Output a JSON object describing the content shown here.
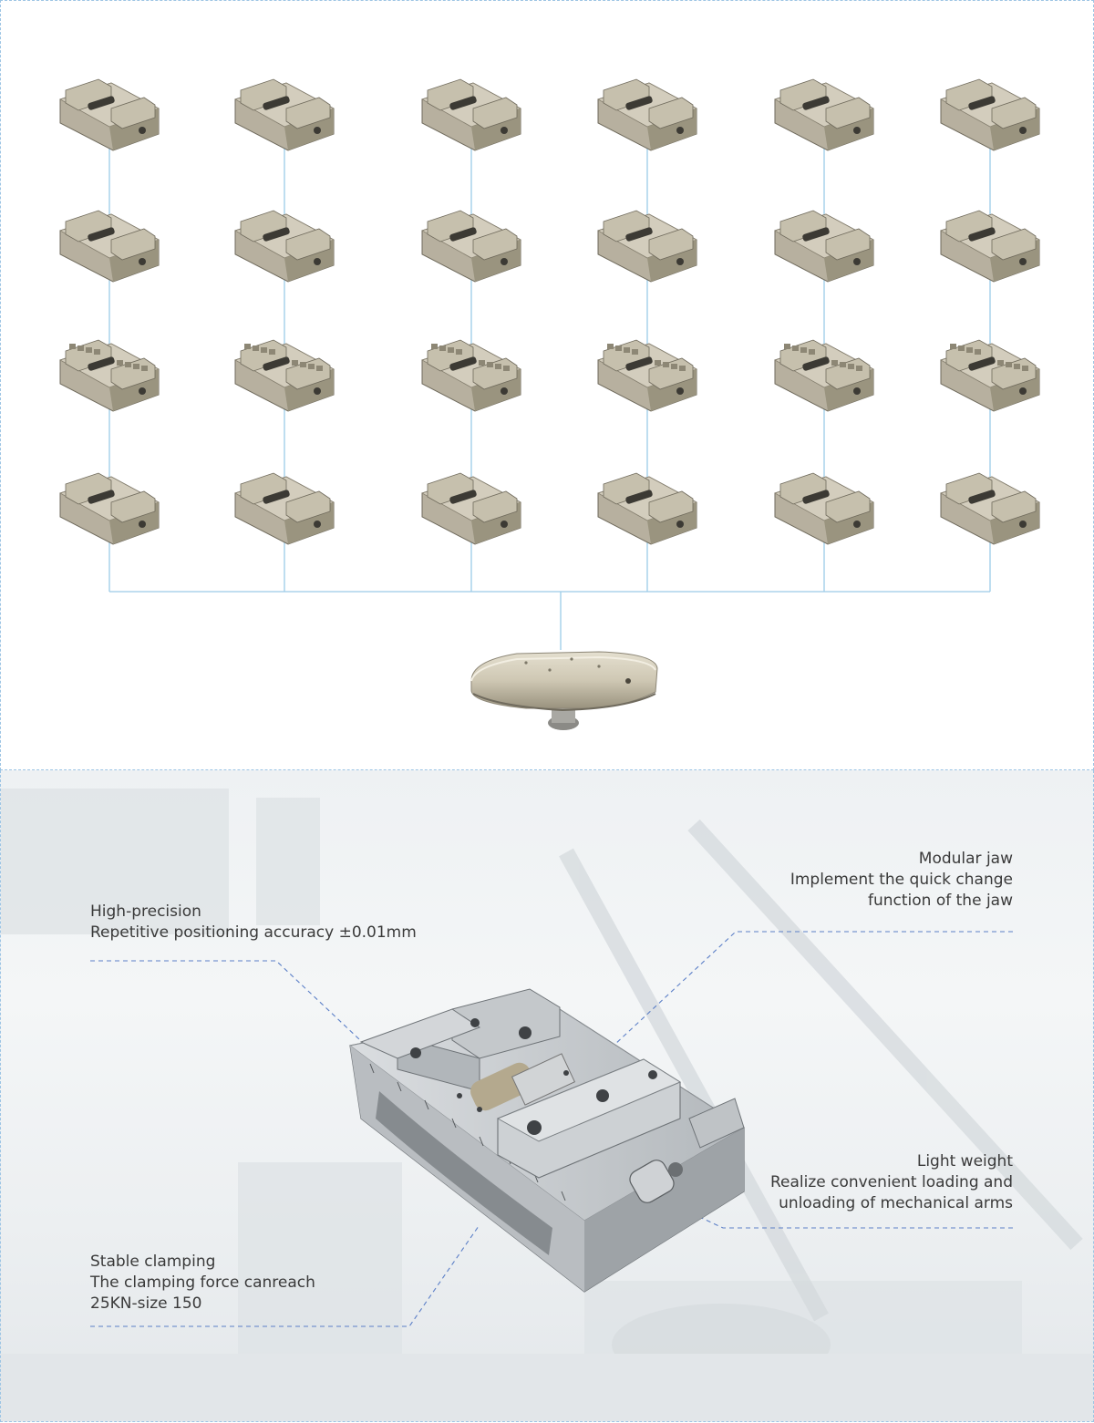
{
  "features": {
    "modular_jaw": {
      "title": "Modular jaw",
      "line1": "Implement the quick change",
      "line2": "function of the jaw"
    },
    "high_precision": {
      "title": "High-precision",
      "line1": "Repetitive positioning accuracy ±0.01mm"
    },
    "light_weight": {
      "title": "Light weight",
      "line1": "Realize convenient loading and",
      "line2": "unloading of mechanical arms"
    },
    "stable_clamping": {
      "title": "Stable clamping",
      "line1": "The clamping force canreach",
      "line2": "25KN-size 150"
    }
  },
  "colors": {
    "connector_line": "#9ccbe8",
    "leader_line": "#5b7fc7",
    "vise_metal": "#b7b09f",
    "base_metal": "#cfc8b4"
  },
  "vise_grid": {
    "rows": 4,
    "columns": 6,
    "icon": "vise-icon"
  },
  "base_icon": "zero-point-base-icon",
  "hero_icon": "precision-vise-icon"
}
